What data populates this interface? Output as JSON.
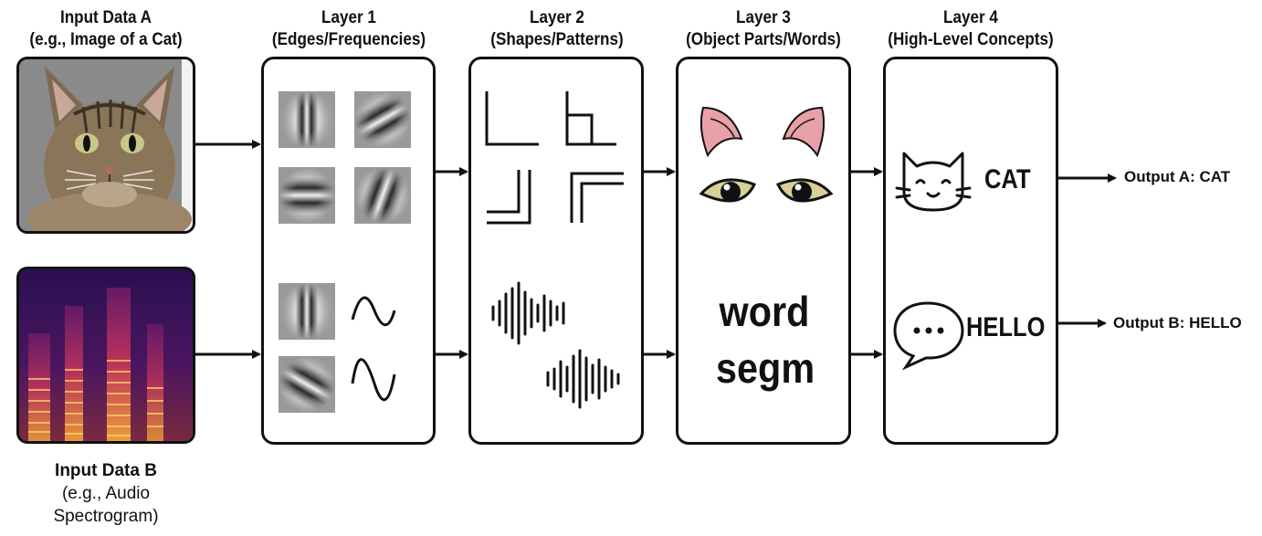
{
  "input_a": {
    "title": "Input Data A",
    "subtitle": "(e.g., Image of a Cat)"
  },
  "input_b": {
    "title": "Input Data B",
    "line2": "(e.g., Audio",
    "line3": "Spectrogram)"
  },
  "layers": [
    {
      "title": "Layer 1",
      "subtitle": "(Edges/Frequencies)"
    },
    {
      "title": "Layer 2",
      "subtitle": "(Shapes/Patterns)"
    },
    {
      "title": "Layer 3",
      "subtitle": "(Object Parts/Words)"
    },
    {
      "title": "Layer 4",
      "subtitle": "(High-Level Concepts)"
    }
  ],
  "layer3_words": {
    "line1": "word",
    "line2": "segm"
  },
  "concepts": {
    "a": "CAT",
    "b": "HELLO"
  },
  "outputs": {
    "a": "Output A: CAT",
    "b": "Output B: HELLO"
  },
  "icons": [
    "cat-photo",
    "spectrogram",
    "gabor-filter-icon",
    "sine-wave-icon",
    "corner-shape-icon",
    "sound-wave-icon",
    "cat-ear-icon",
    "cat-eye-icon",
    "cat-face-icon",
    "speech-bubble-icon",
    "arrow-icon"
  ],
  "colors": {
    "stroke": "#111111",
    "ear_pink": "#e7a1a7",
    "eye_yellow": "#d9d098",
    "spectrogram_dark": "#2a1050",
    "spectrogram_bright": "#f4a23a"
  }
}
